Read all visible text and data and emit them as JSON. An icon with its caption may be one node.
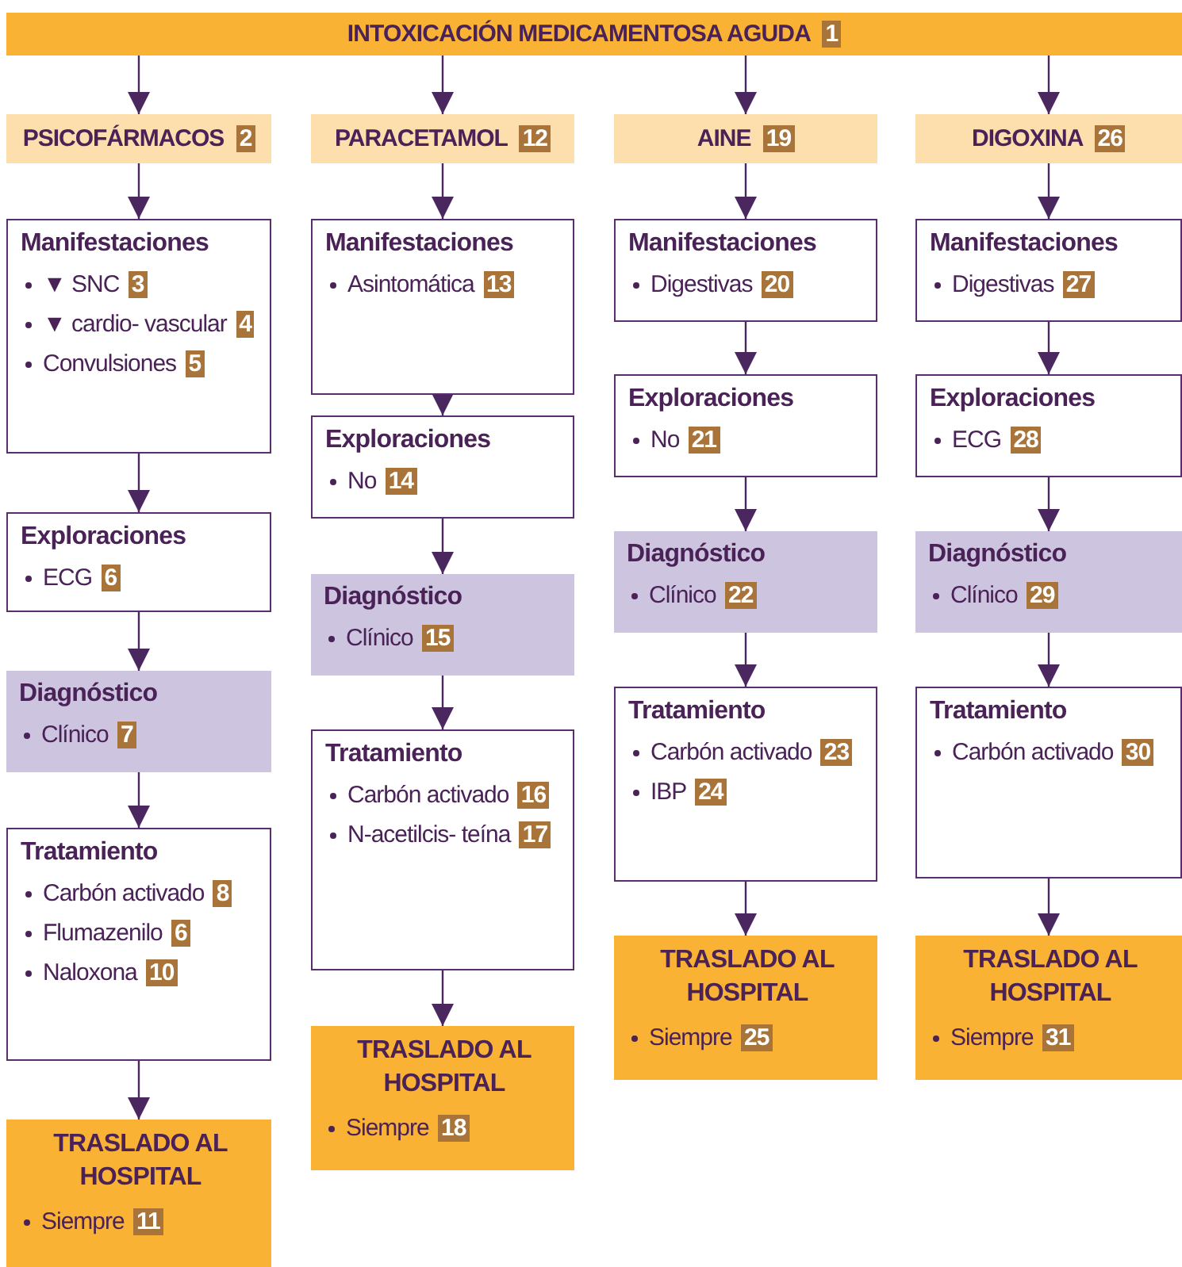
{
  "diagram": {
    "nodes": [
      {
        "text": [
          "INTOXICACIÓN MEDICAMENTOSA AGUDA **1**"
        ]
      },
      {
        "text": [
          "PSICOFÁRMACOS **2**"
        ]
      },
      {
        "text": [
          "Manifestaciones",
          "▼ SNC **3**",
          "▼ cardio- vascular **4**",
          "Convulsiones **5**"
        ]
      },
      {
        "text": [
          "Exploraciones",
          "ECG **6**"
        ]
      },
      {
        "text": [
          "Diagnóstico",
          "Clínico **7**"
        ]
      },
      {
        "text": [
          "Tratamiento",
          "Carbón activado **8**",
          "Flumazenilo **6**",
          "Naloxona **10**"
        ]
      },
      {
        "text": [
          "TRASLADO AL HOSPITAL",
          "Siempre **11**"
        ]
      },
      {
        "text": [
          "PARACETAMOL **12**"
        ]
      },
      {
        "text": [
          "Manifestaciones",
          "Asintomática **13**"
        ]
      },
      {
        "text": [
          "Exploraciones",
          "No **14**"
        ]
      },
      {
        "text": [
          "Diagnóstico",
          "Clínico **15**"
        ]
      },
      {
        "text": [
          "Tratamiento",
          "Carbón activado **16**",
          "N-acetilcis- teína **17**"
        ]
      },
      {
        "text": [
          "TRASLADO AL HOSPITAL",
          "Siempre **18**"
        ]
      },
      {
        "text": [
          "AINE **19**"
        ]
      },
      {
        "text": [
          "Manifestaciones",
          "Digestivas **20**"
        ]
      },
      {
        "text": [
          "Exploraciones",
          "No **21**"
        ]
      },
      {
        "text": [
          "Diagnóstico",
          "Clínico **22**"
        ]
      },
      {
        "text": [
          "Tratamiento",
          "Carbón activado **23**",
          "IBP **24**"
        ]
      },
      {
        "text": [
          "TRASLADO AL HOSPITAL",
          "Siempre **25**"
        ]
      },
      {
        "text": [
          "DIGOXINA **26**"
        ]
      },
      {
        "text": [
          "Manifestaciones",
          "Digestivas **27**"
        ]
      },
      {
        "text": [
          "Exploraciones",
          "ECG **28**"
        ]
      },
      {
        "text": [
          "Diagnóstico",
          "Clínico **29**"
        ]
      },
      {
        "text": [
          "Tratamiento",
          "Carbón activado **30**"
        ]
      },
      {
        "text": [
          "TRASLADO AL HOSPITAL",
          "Siempre **31**"
        ]
      }
    ],
    "edges": [
      {
        "from": 0,
        "to": 1,
        "arrow": "to"
      },
      {
        "from": 0,
        "to": 7,
        "arrow": "to"
      },
      {
        "from": 0,
        "to": 13,
        "arrow": "to"
      },
      {
        "from": 0,
        "to": 19,
        "arrow": "to"
      },
      {
        "from": 1,
        "to": 2,
        "arrow": "to"
      },
      {
        "from": 2,
        "to": 3,
        "arrow": "to"
      },
      {
        "from": 3,
        "to": 4,
        "arrow": "to"
      },
      {
        "from": 4,
        "to": 5,
        "arrow": "to"
      },
      {
        "from": 5,
        "to": 6,
        "arrow": "to"
      },
      {
        "from": 7,
        "to": 8,
        "arrow": "to"
      },
      {
        "from": 8,
        "to": 9,
        "arrow": "to"
      },
      {
        "from": 9,
        "to": 10,
        "arrow": "to"
      },
      {
        "from": 10,
        "to": 11,
        "arrow": "to"
      },
      {
        "from": 11,
        "to": 12,
        "arrow": "to"
      },
      {
        "from": 13,
        "to": 14,
        "arrow": "to"
      },
      {
        "from": 14,
        "to": 15,
        "arrow": "to"
      },
      {
        "from": 15,
        "to": 16,
        "arrow": "to"
      },
      {
        "from": 16,
        "to": 17,
        "arrow": "to"
      },
      {
        "from": 17,
        "to": 18,
        "arrow": "to"
      },
      {
        "from": 19,
        "to": 20,
        "arrow": "to"
      },
      {
        "from": 20,
        "to": 21,
        "arrow": "to"
      },
      {
        "from": 21,
        "to": 22,
        "arrow": "to"
      },
      {
        "from": 22,
        "to": 23,
        "arrow": "to"
      },
      {
        "from": 23,
        "to": 24,
        "arrow": "to"
      }
    ]
  }
}
